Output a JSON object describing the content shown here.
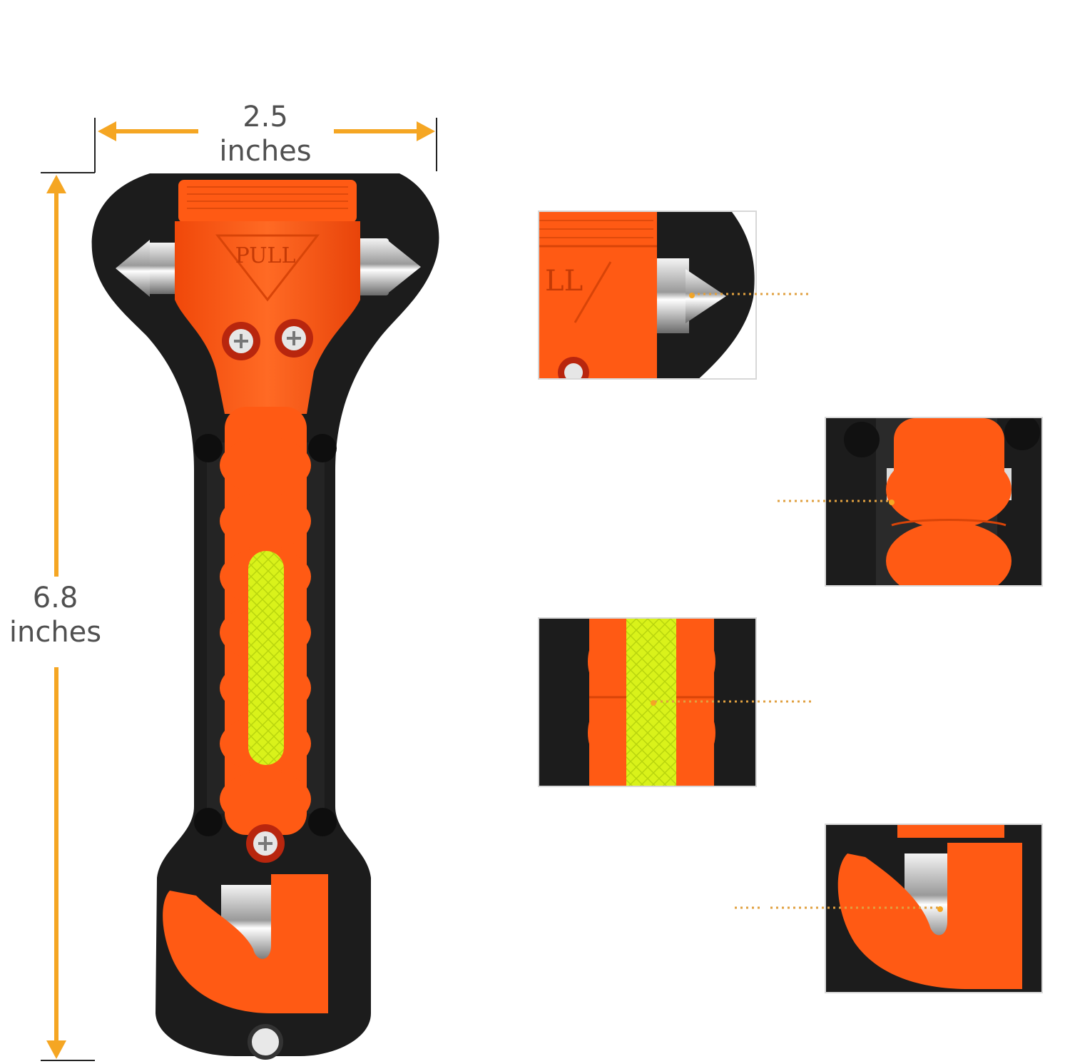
{
  "dimensions": {
    "width": {
      "value": "2.5",
      "unit": "inches"
    },
    "height": {
      "value": "6.8",
      "unit": "inches"
    }
  },
  "product": {
    "handle_label": "PULL"
  },
  "colors": {
    "orange": "#ff5a14",
    "black": "#1c1c1c",
    "reflector": "#d9f21a",
    "arrow": "#f5a623",
    "dimension_text": "#505050"
  }
}
